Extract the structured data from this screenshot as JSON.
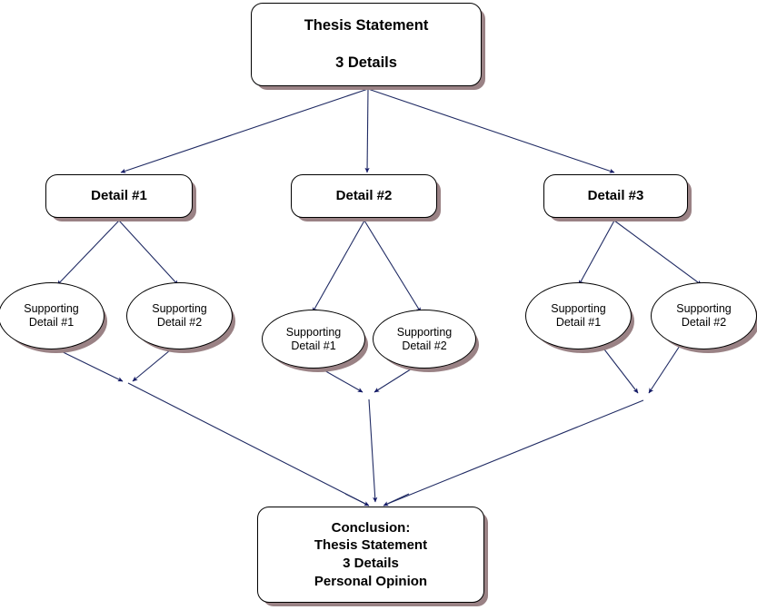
{
  "diagram": {
    "title_hidden": "Thesis Essay Organizer",
    "colors": {
      "background": "#ffffff",
      "node_fill": "#ffffff",
      "node_border": "#000000",
      "shadow": "#9a8285",
      "connector_line": "#1f2a63",
      "arrowhead": "#141a66",
      "text": "#000000"
    },
    "nodes": {
      "thesis": {
        "shape": "rounded-rectangle",
        "lines": [
          "Thesis Statement",
          "3 Details"
        ]
      },
      "details": [
        {
          "shape": "rounded-rectangle",
          "label": "Detail #1"
        },
        {
          "shape": "rounded-rectangle",
          "label": "Detail #2"
        },
        {
          "shape": "rounded-rectangle",
          "label": "Detail #3"
        }
      ],
      "supporting": [
        {
          "shape": "ellipse",
          "group": 1,
          "lines": [
            "Supporting",
            "Detail #1"
          ]
        },
        {
          "shape": "ellipse",
          "group": 1,
          "lines": [
            "Supporting",
            "Detail #2"
          ]
        },
        {
          "shape": "ellipse",
          "group": 2,
          "lines": [
            "Supporting",
            "Detail #1"
          ]
        },
        {
          "shape": "ellipse",
          "group": 2,
          "lines": [
            "Supporting",
            "Detail #2"
          ]
        },
        {
          "shape": "ellipse",
          "group": 3,
          "lines": [
            "Supporting",
            "Detail #1"
          ]
        },
        {
          "shape": "ellipse",
          "group": 3,
          "lines": [
            "Supporting",
            "Detail #2"
          ]
        }
      ],
      "conclusion": {
        "shape": "rounded-rectangle",
        "lines": [
          "Conclusion:",
          "Thesis Statement",
          "3 Details",
          "Personal Opinion"
        ]
      }
    }
  }
}
